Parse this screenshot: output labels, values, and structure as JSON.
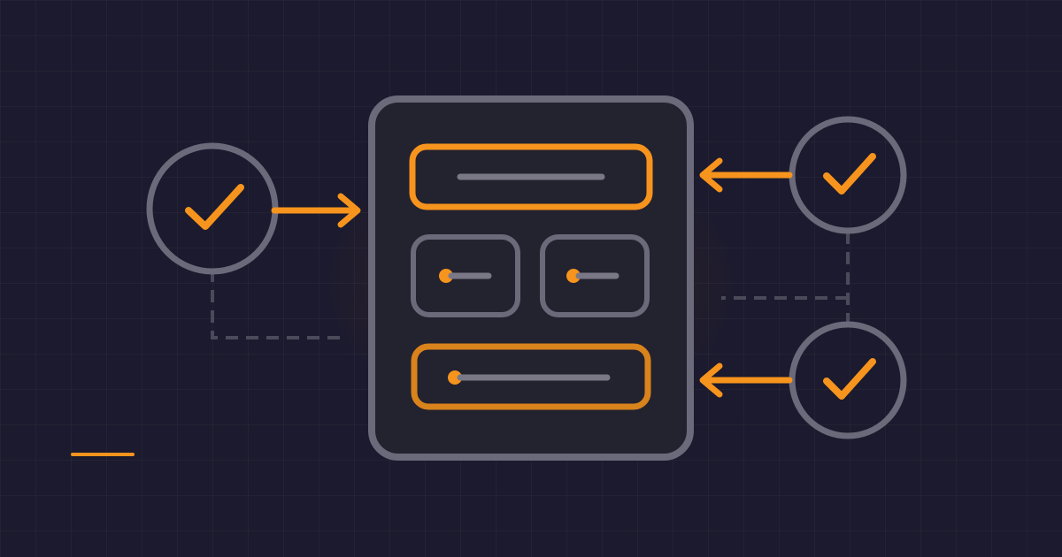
{
  "diagram": {
    "colors": {
      "background": "#1b1a2e",
      "accent": "#f7941d",
      "accent_muted": "#d9831c",
      "outline": "#6b6a7a",
      "line": "#7a7886",
      "connector": "#4b4a5a",
      "glow": "#5a3a1c"
    },
    "nodes": [
      {
        "id": "check-left",
        "kind": "check-circle",
        "icon": "checkmark-icon"
      },
      {
        "id": "check-right-top",
        "kind": "check-circle",
        "icon": "checkmark-icon"
      },
      {
        "id": "check-right-bottom",
        "kind": "check-circle",
        "icon": "checkmark-icon"
      },
      {
        "id": "form-card",
        "kind": "form-panel"
      }
    ],
    "form_fields": [
      {
        "id": "field-top",
        "kind": "wide",
        "highlight": "accent",
        "has_dot": false
      },
      {
        "id": "field-mid-left",
        "kind": "small",
        "highlight": "none",
        "has_dot": true
      },
      {
        "id": "field-mid-right",
        "kind": "small",
        "highlight": "none",
        "has_dot": true
      },
      {
        "id": "field-bottom",
        "kind": "wide",
        "highlight": "accent_muted",
        "has_dot": true
      }
    ],
    "edges": [
      {
        "from": "check-left",
        "to": "form-card",
        "style": "arrow"
      },
      {
        "from": "check-right-top",
        "to": "field-top",
        "style": "arrow"
      },
      {
        "from": "check-right-bottom",
        "to": "field-bottom",
        "style": "arrow"
      },
      {
        "from": "check-left",
        "to": "form-card",
        "style": "dashed"
      },
      {
        "from": "check-right-top",
        "to": "check-right-bottom",
        "style": "dashed"
      }
    ]
  }
}
